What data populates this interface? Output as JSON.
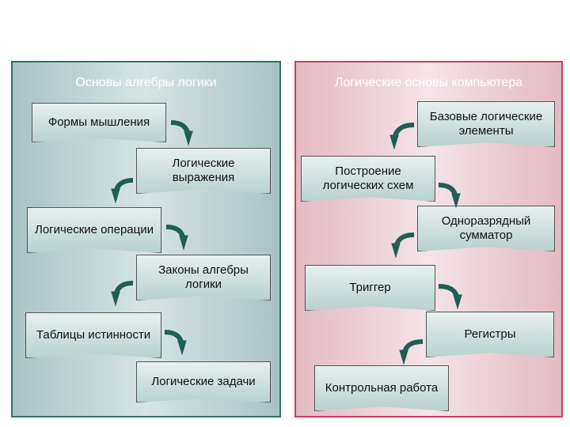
{
  "left": {
    "title": "Основы алгебры логики",
    "boxes": [
      "Формы мышления",
      "Логические выражения",
      "Логические операции",
      "Законы алгебры логики",
      "Таблицы истинности",
      "Логические задачи"
    ]
  },
  "right": {
    "title": "Логические основы компьютера",
    "boxes": [
      "Базовые логические элементы",
      "Построение логических схем",
      "Одноразрядный сумматор",
      "Триггер",
      "Регистры",
      "Контрольная работа"
    ]
  },
  "colors": {
    "left_border": "#2e7268",
    "right_border": "#c8405a",
    "arrow": "#1f5e55"
  }
}
